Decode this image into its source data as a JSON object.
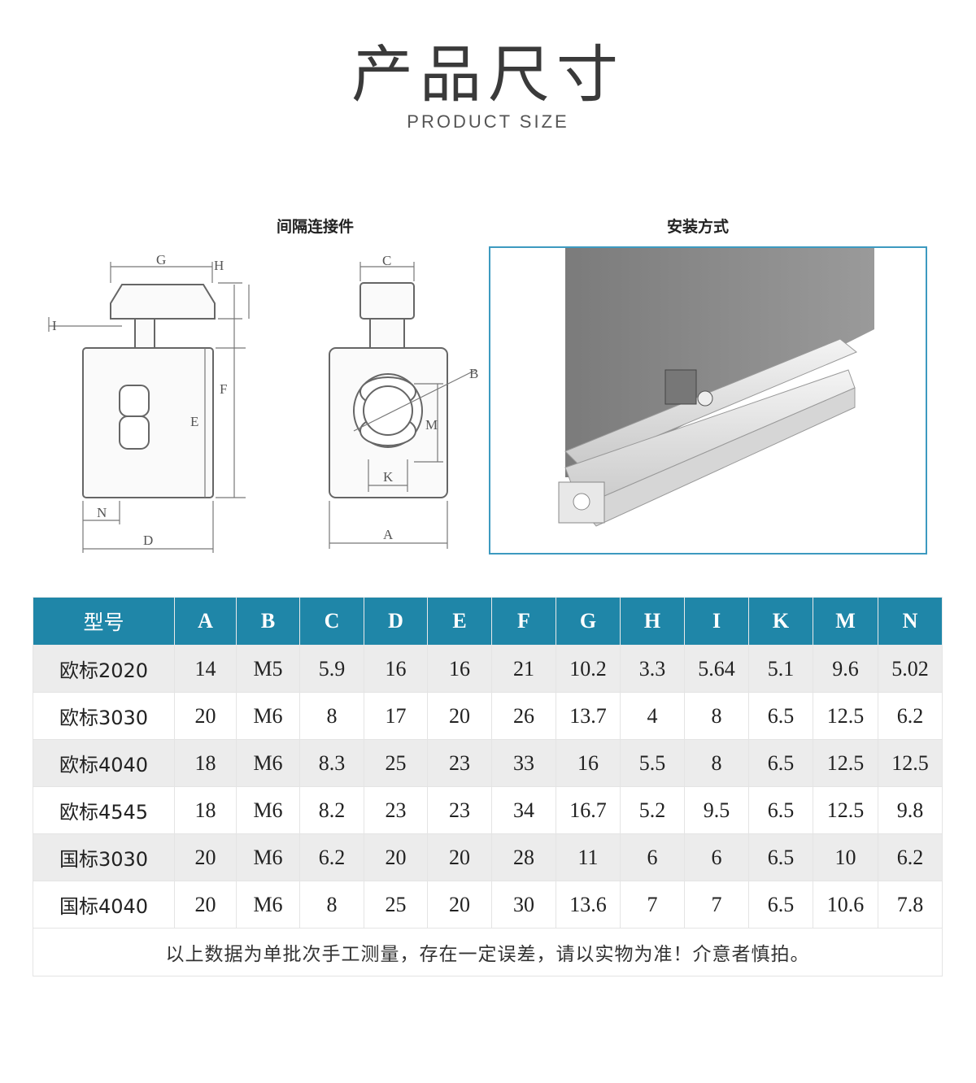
{
  "header": {
    "title": "产品尺寸",
    "subtitle": "PRODUCT SIZE"
  },
  "diagrams": {
    "left_caption": "间隔连接件",
    "right_caption": "安装方式",
    "labels": {
      "G": "G",
      "H": "H",
      "I": "I",
      "F": "F",
      "E": "E",
      "N": "N",
      "D": "D",
      "C": "C",
      "B": "B",
      "M": "M",
      "K": "K",
      "A": "A"
    }
  },
  "table": {
    "headers": [
      "型号",
      "A",
      "B",
      "C",
      "D",
      "E",
      "F",
      "G",
      "H",
      "I",
      "K",
      "M",
      "N"
    ],
    "rows": [
      [
        "欧标2020",
        "14",
        "M5",
        "5.9",
        "16",
        "16",
        "21",
        "10.2",
        "3.3",
        "5.64",
        "5.1",
        "9.6",
        "5.02"
      ],
      [
        "欧标3030",
        "20",
        "M6",
        "8",
        "17",
        "20",
        "26",
        "13.7",
        "4",
        "8",
        "6.5",
        "12.5",
        "6.2"
      ],
      [
        "欧标4040",
        "18",
        "M6",
        "8.3",
        "25",
        "23",
        "33",
        "16",
        "5.5",
        "8",
        "6.5",
        "12.5",
        "12.5"
      ],
      [
        "欧标4545",
        "18",
        "M6",
        "8.2",
        "23",
        "23",
        "34",
        "16.7",
        "5.2",
        "9.5",
        "6.5",
        "12.5",
        "9.8"
      ],
      [
        "国标3030",
        "20",
        "M6",
        "6.2",
        "20",
        "20",
        "28",
        "11",
        "6",
        "6",
        "6.5",
        "10",
        "6.2"
      ],
      [
        "国标4040",
        "20",
        "M6",
        "8",
        "25",
        "20",
        "30",
        "13.6",
        "7",
        "7",
        "6.5",
        "10.6",
        "7.8"
      ]
    ],
    "note": "以上数据为单批次手工测量，存在一定误差，请以实物为准！介意者慎拍。"
  }
}
